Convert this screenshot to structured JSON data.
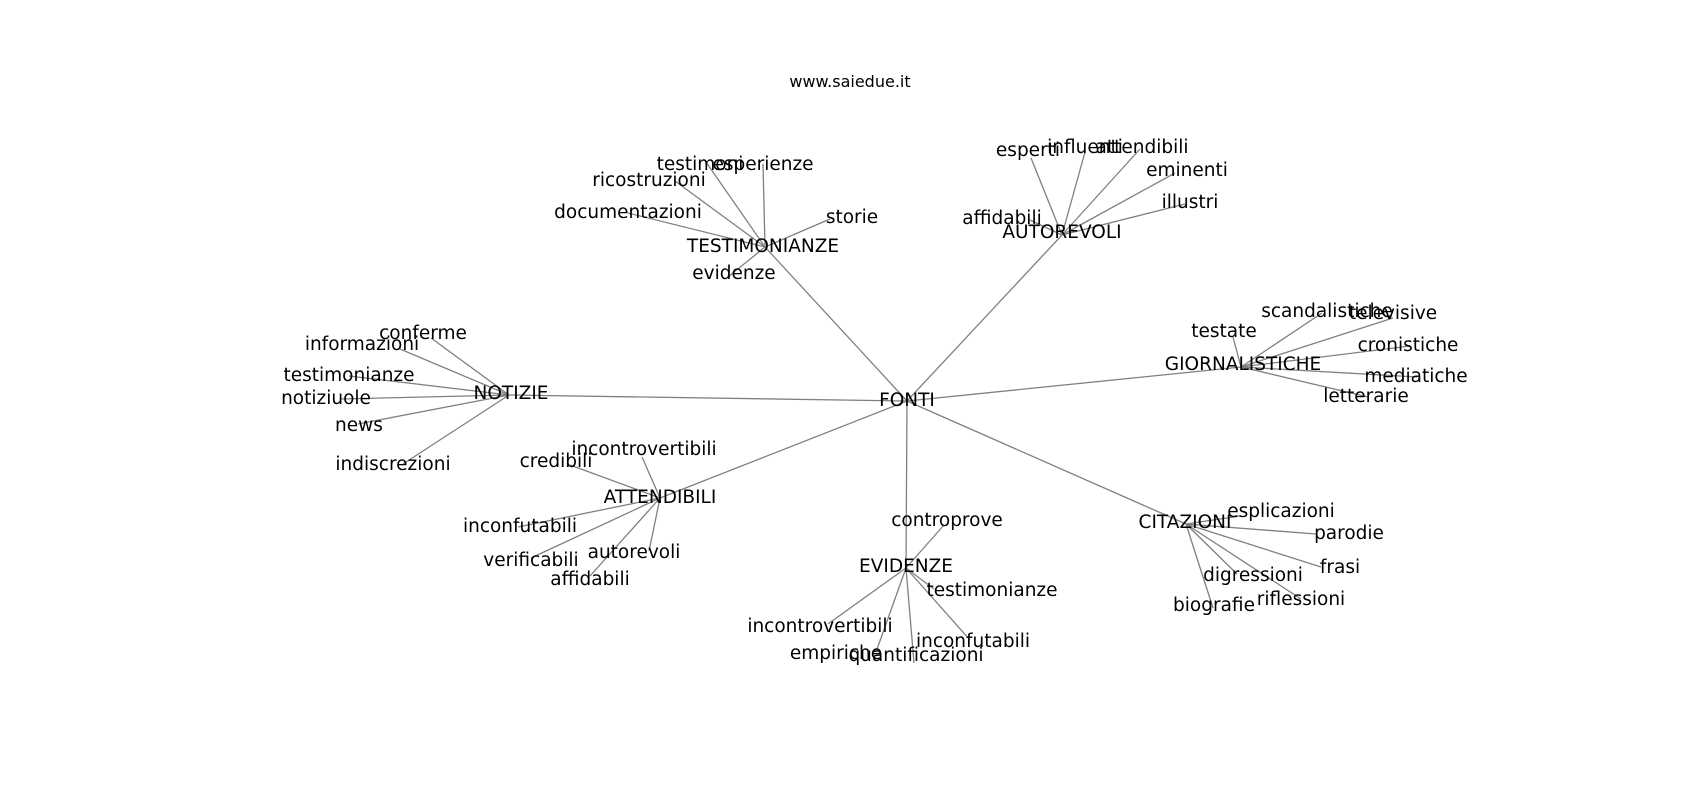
{
  "credit": "www.saiedue.it",
  "colors": {
    "edge": "#808080",
    "text": "#000000",
    "background": "#ffffff"
  },
  "graph": {
    "root": "FONTI",
    "hubs": [
      {
        "id": "TESTIMONIANZE",
        "label": "TESTIMONIANZE",
        "leaves": [
          "testimoni",
          "esperienze",
          "ricostruzioni",
          "documentazioni",
          "storie",
          "evidenze"
        ]
      },
      {
        "id": "AUTOREVOLI",
        "label": "AUTOREVOLI",
        "leaves": [
          "esperti",
          "influenti",
          "attendibili",
          "eminenti",
          "illustri",
          "affidabili"
        ]
      },
      {
        "id": "GIORNALISTICHE",
        "label": "GIORNALISTICHE",
        "leaves": [
          "scandalistiche",
          "televisive",
          "testate",
          "cronistiche",
          "mediatiche",
          "letterarie"
        ]
      },
      {
        "id": "NOTIZIE",
        "label": "NOTIZIE",
        "leaves": [
          "conferme",
          "informazioni",
          "testimonianze",
          "notiziuole",
          "news",
          "indiscrezioni"
        ]
      },
      {
        "id": "ATTENDIBILI",
        "label": "ATTENDIBILI",
        "leaves": [
          "incontrovertibili",
          "credibili",
          "inconfutabili",
          "verificabili",
          "autorevoli",
          "affidabili"
        ]
      },
      {
        "id": "EVIDENZE",
        "label": "EVIDENZE",
        "leaves": [
          "controprove",
          "testimonianze",
          "incontrovertibili",
          "empiriche",
          "quantificazioni",
          "inconfutabili"
        ]
      },
      {
        "id": "CITAZIONI",
        "label": "CITAZIONI",
        "leaves": [
          "esplicazioni",
          "parodie",
          "frasi",
          "digressioni",
          "riflessioni",
          "biografie"
        ]
      }
    ]
  }
}
